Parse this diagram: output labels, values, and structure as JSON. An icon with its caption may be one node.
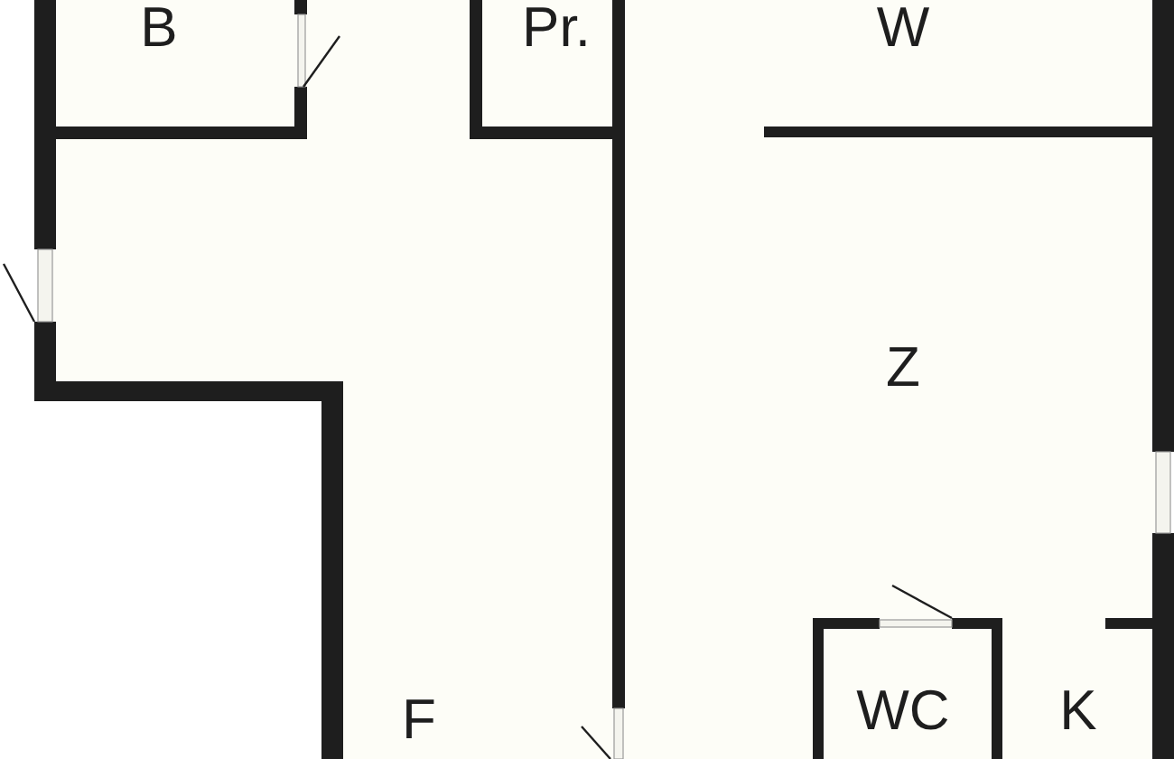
{
  "diagram": {
    "labels": [
      "B",
      "Pr.",
      "W",
      "Z",
      "F",
      "WC",
      "K"
    ]
  }
}
